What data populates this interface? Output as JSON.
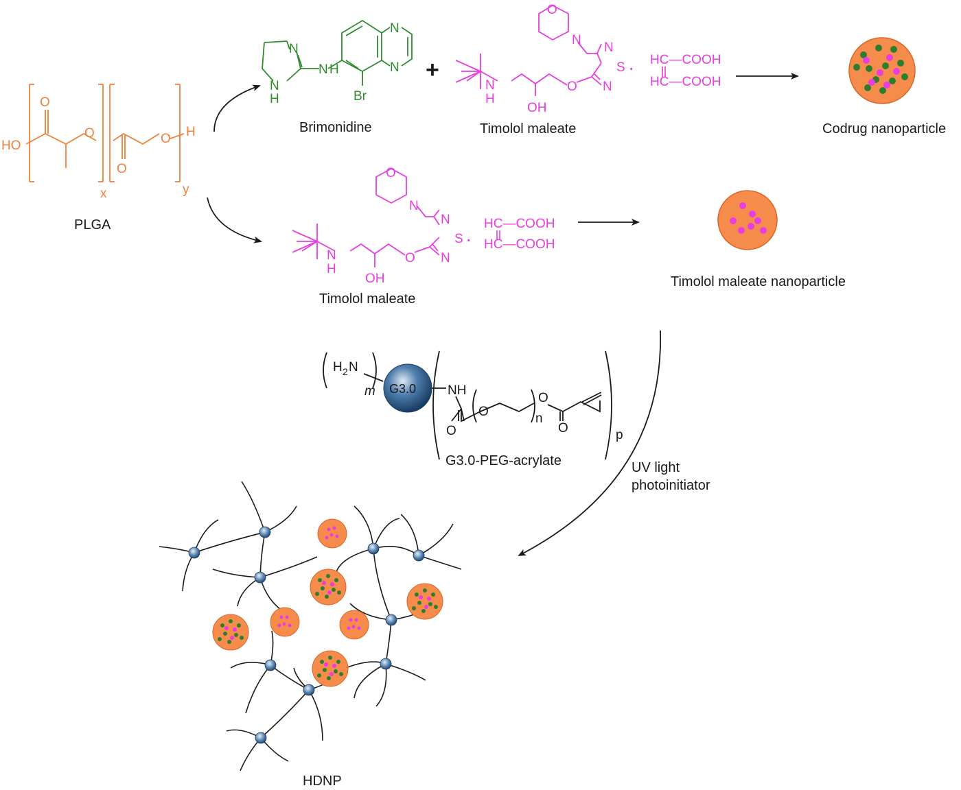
{
  "colors": {
    "plga": "#f07f3a",
    "brimonidine": "#2e8b2e",
    "timolol": "#e83de0",
    "nanoparticle_fill": "#f58c4b",
    "nanoparticle_edge": "#d9652a",
    "dendrimer": "#2c5a85",
    "line": "#1a1a1a"
  },
  "labels": {
    "plga": "PLGA",
    "brimonidine": "Brimonidine",
    "timolol_top": "Timolol maleate",
    "timolol_mid": "Timolol maleate",
    "codrug": "Codrug nanoparticle",
    "timolol_np": "Timolol maleate nanoparticle",
    "g30_peg": "G3.0-PEG-acrylate",
    "uv1": "UV light",
    "uv2": "photoinitiator",
    "hdnp": "HDNP"
  },
  "plga_atoms": {
    "ho": "HO",
    "o_top1": "O",
    "o_chain": "O",
    "o_bottom": "O",
    "o_end": "O",
    "h_end": "H",
    "x": "x",
    "y": "y"
  },
  "brimonidine_atoms": {
    "n1": "N",
    "nh": "N",
    "h": "H",
    "n_link": "N",
    "h_link": "H",
    "br": "Br",
    "nq1": "N",
    "nq2": "N"
  },
  "timolol_atoms": {
    "o_morph": "O",
    "n_morph": "N",
    "n1": "N",
    "s": "S",
    "n2": "N",
    "o_ether": "O",
    "n_amine": "N",
    "h_amine": "H",
    "oh": "OH",
    "maleate1": "HC—COOH",
    "maleate2": "HC—COOH",
    "dot": "·",
    "plus": "+"
  },
  "g30_atoms": {
    "core": "G3.0",
    "h2n": "H",
    "h2n_sub": "2",
    "h2n_n": "N",
    "m": "m",
    "nh": "NH",
    "o_carb": "O",
    "o_chain": "O",
    "n": "n",
    "o_acr": "O",
    "o_acr2": "O",
    "p": "p"
  }
}
